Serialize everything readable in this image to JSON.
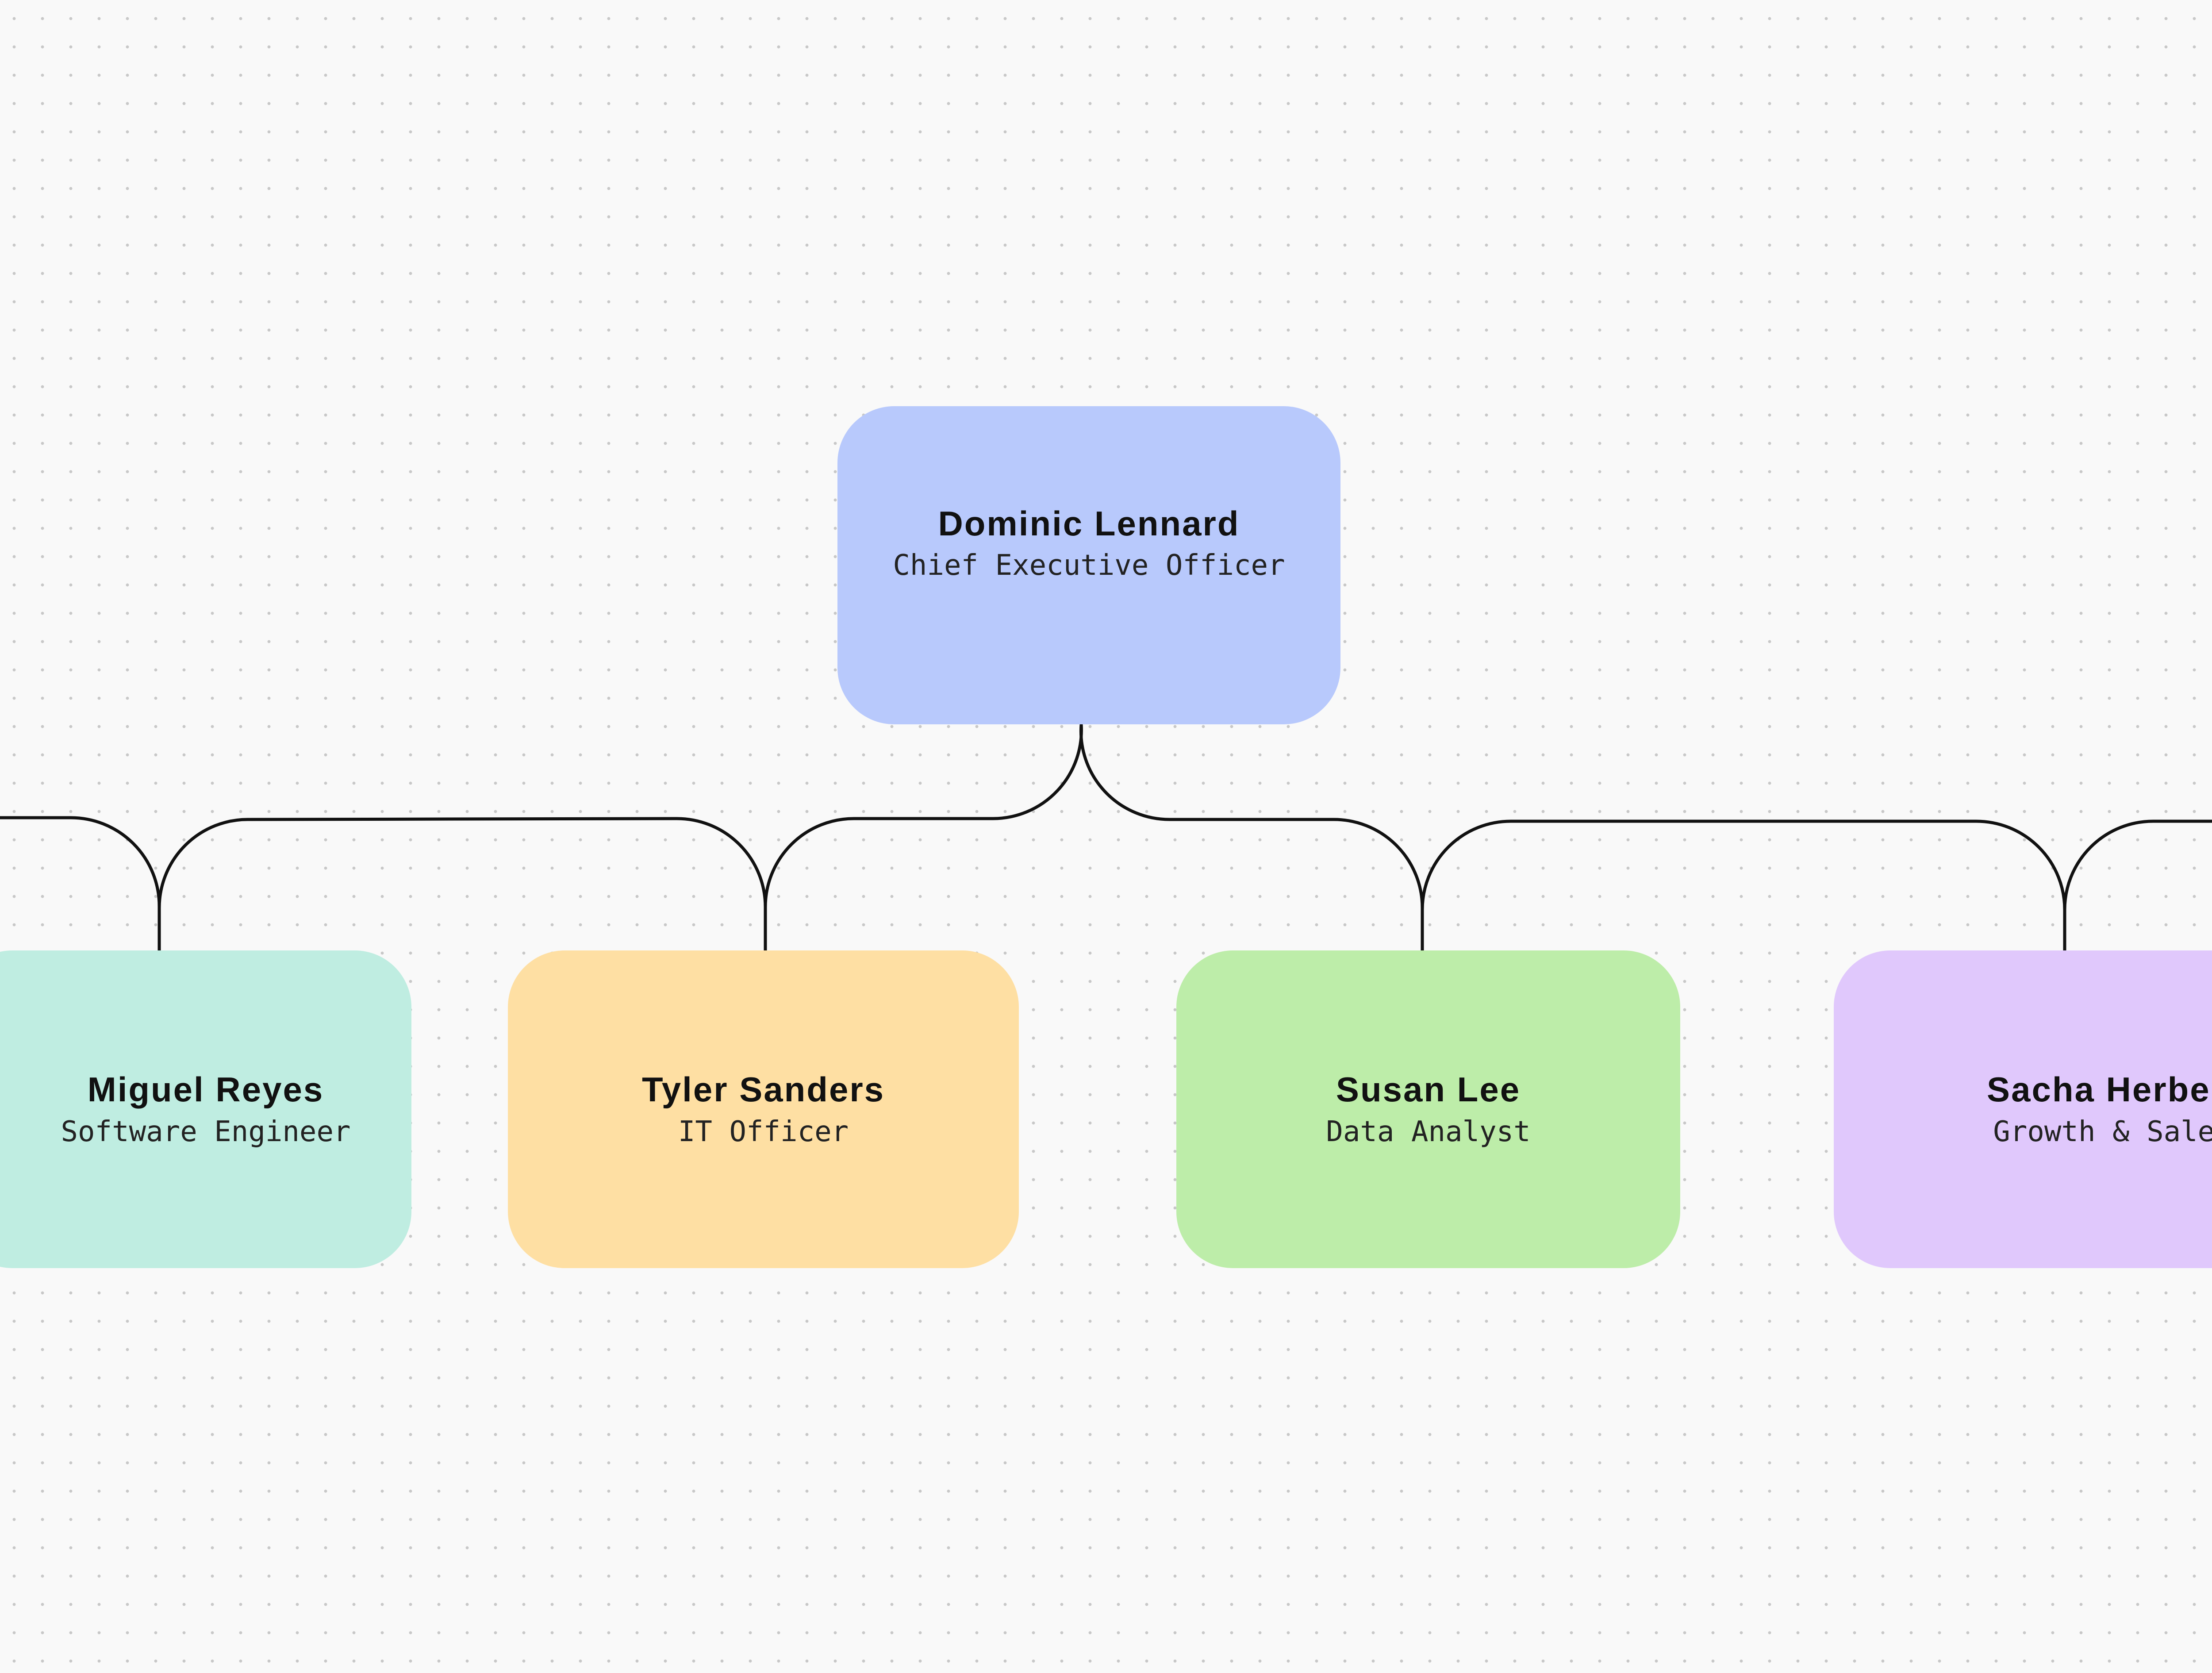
{
  "canvas": {
    "background": "#f9f9f9",
    "dot_color": "#c8c8c8",
    "connector_color": "#111111"
  },
  "root": {
    "name": "Dominic Lennard",
    "role": "Chief Executive Officer",
    "color": "#b8c9fc"
  },
  "reports": [
    {
      "name": "Miguel Reyes",
      "role": "Software Engineer",
      "color": "#bfede1"
    },
    {
      "name": "Tyler Sanders",
      "role": "IT Officer",
      "color": "#fedfa3"
    },
    {
      "name": "Susan Lee",
      "role": "Data Analyst",
      "color": "#bdeda9"
    },
    {
      "name": "Sacha Herbert",
      "role": "Growth & Sales",
      "color": "#e0c8fc"
    }
  ]
}
